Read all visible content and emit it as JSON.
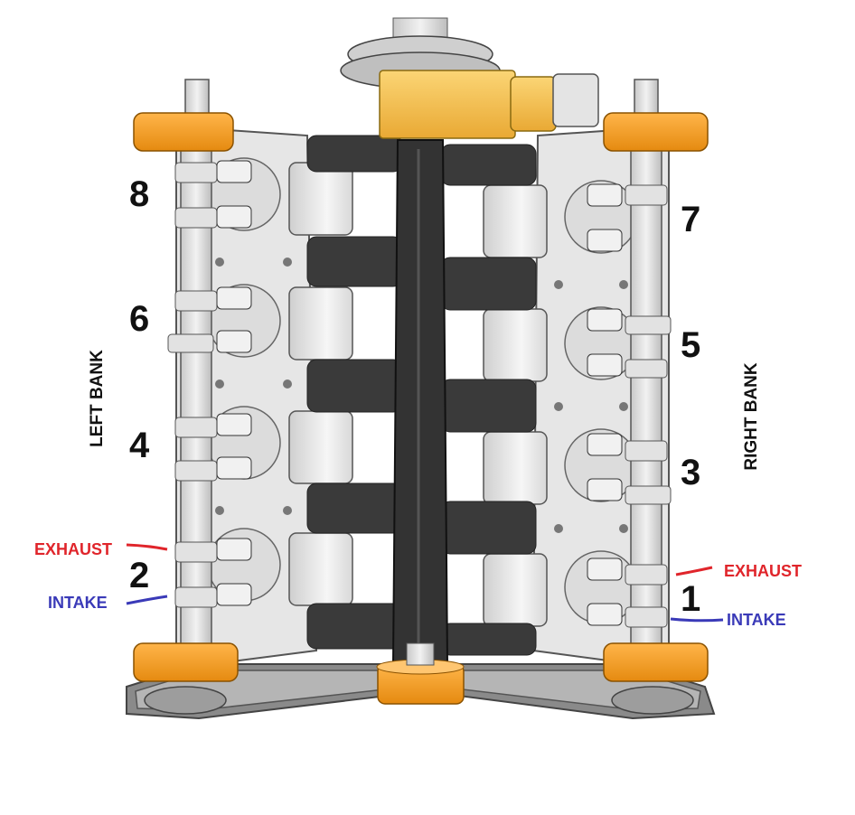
{
  "cylinders": {
    "c1": "1",
    "c2": "2",
    "c3": "3",
    "c4": "4",
    "c5": "5",
    "c6": "6",
    "c7": "7",
    "c8": "8"
  },
  "banks": {
    "left": "LEFT BANK",
    "right": "RIGHT BANK"
  },
  "valves": {
    "left": {
      "exhaust": "EXHAUST",
      "intake": "INTAKE"
    },
    "right": {
      "exhaust": "EXHAUST",
      "intake": "INTAKE"
    }
  },
  "colors": {
    "exhaust": "#e0252b",
    "intake": "#3a3ab8",
    "pulley": "#f39a1c",
    "motor": "#f5c04a",
    "block": "#e3e3e3",
    "runner": "#3a3a3a"
  }
}
